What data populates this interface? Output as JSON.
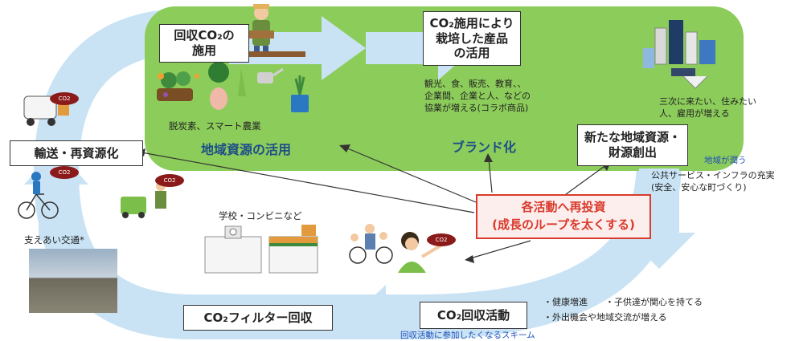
{
  "boxes": {
    "co2_application": {
      "line1": "回収CO₂の",
      "line2": "施用"
    },
    "co2_products": {
      "line1": "CO₂施用により",
      "line2": "栽培した産品",
      "line3": "の活用"
    },
    "transport": "輸送・再資源化",
    "new_resources": {
      "line1": "新たな地域資源・",
      "line2": "財源創出"
    },
    "co2_filter": "CO₂フィルター回収",
    "co2_collection": "CO₂回収活動"
  },
  "labels": {
    "decarbon": "脱炭素、スマート農業",
    "local_resources": "地域資源の活用",
    "branding": "ブランド化",
    "tourism": {
      "line1": "観光、食、販売、教育、、",
      "line2": "企業間、企業と人、などの",
      "line3": "協業が増える(コラボ商品)"
    },
    "tertiary": {
      "line1": "三次に来たい、住みたい",
      "line2": "人、雇用が増える"
    },
    "region_rich": "地域が潤う",
    "public_services": {
      "line1": "公共サービス・インフラの充実",
      "line2": "(安全、安心な町づくり)"
    },
    "school": "学校・コンビニなど",
    "mutual_transport": "支えあい交通*",
    "health": "・健康増進　　・子供達が関心を持てる",
    "outing": "・外出機会や地域交流が増える",
    "scheme": "回収活動に参加したくなるスキーム",
    "co2_badge": "CO2"
  },
  "reinvest": {
    "line1": "各活動へ再投資",
    "line2": "(成長のループを太くする)"
  },
  "colors": {
    "loop_blue": "#c9e3f5",
    "field_green": "#8ccc5a",
    "box_border": "#333333",
    "accent_red": "#d93a2b",
    "label_blue": "#1d4e89"
  }
}
